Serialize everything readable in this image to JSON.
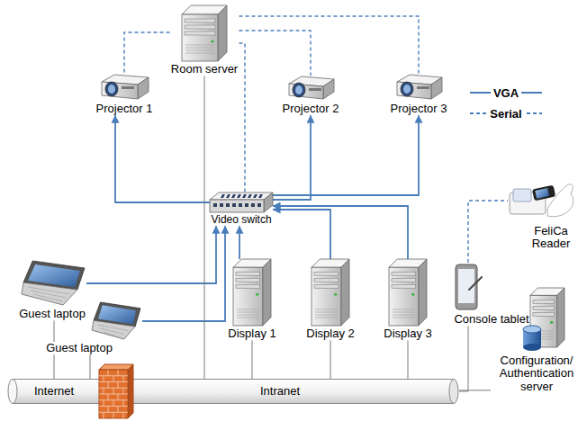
{
  "diagram": {
    "nodes": [
      {
        "text": [
          "Room server"
        ]
      },
      {
        "text": [
          "Projector 1"
        ]
      },
      {
        "text": [
          "Projector 2"
        ]
      },
      {
        "text": [
          "Projector 3"
        ]
      },
      {
        "text": [
          "Video switch"
        ]
      },
      {
        "text": [
          "FeliCa Reader"
        ]
      },
      {
        "text": [
          "Guest laptop"
        ]
      },
      {
        "text": [
          "Guest laptop"
        ]
      },
      {
        "text": [
          "Display 1"
        ]
      },
      {
        "text": [
          "Display 2"
        ]
      },
      {
        "text": [
          "Display 3"
        ]
      },
      {
        "text": [
          "Console tablet"
        ]
      },
      {
        "text": [
          "Configuration/ Authentication server"
        ]
      },
      {
        "text": [
          "Internet"
        ]
      },
      {
        "text": [
          "Intranet"
        ]
      }
    ],
    "edges": [
      {
        "from": 0,
        "to": 1,
        "arrow": "none"
      },
      {
        "from": 0,
        "to": 2,
        "arrow": "none"
      },
      {
        "from": 0,
        "to": 3,
        "arrow": "none"
      },
      {
        "from": 0,
        "to": 4,
        "arrow": "none"
      },
      {
        "from": 4,
        "to": 1,
        "arrow": "to"
      },
      {
        "from": 4,
        "to": 2,
        "arrow": "to"
      },
      {
        "from": 4,
        "to": 3,
        "arrow": "to"
      },
      {
        "from": 6,
        "to": 4,
        "arrow": "to"
      },
      {
        "from": 7,
        "to": 4,
        "arrow": "to"
      },
      {
        "from": 8,
        "to": 4,
        "arrow": "to"
      },
      {
        "from": 9,
        "to": 4,
        "arrow": "to"
      },
      {
        "from": 10,
        "to": 4,
        "arrow": "to"
      },
      {
        "from": 11,
        "to": 5,
        "arrow": "none"
      },
      {
        "from": 0,
        "to": 14,
        "arrow": "none"
      },
      {
        "from": 6,
        "to": 13,
        "arrow": "none"
      },
      {
        "from": 7,
        "to": 13,
        "arrow": "none"
      },
      {
        "from": 8,
        "to": 14,
        "arrow": "none"
      },
      {
        "from": 9,
        "to": 14,
        "arrow": "none"
      },
      {
        "from": 10,
        "to": 14,
        "arrow": "none"
      },
      {
        "from": 11,
        "to": 14,
        "arrow": "none"
      },
      {
        "from": 12,
        "to": 14,
        "arrow": "none"
      }
    ],
    "legend": [
      {
        "text": "VGA"
      },
      {
        "text": "Serial"
      }
    ]
  }
}
